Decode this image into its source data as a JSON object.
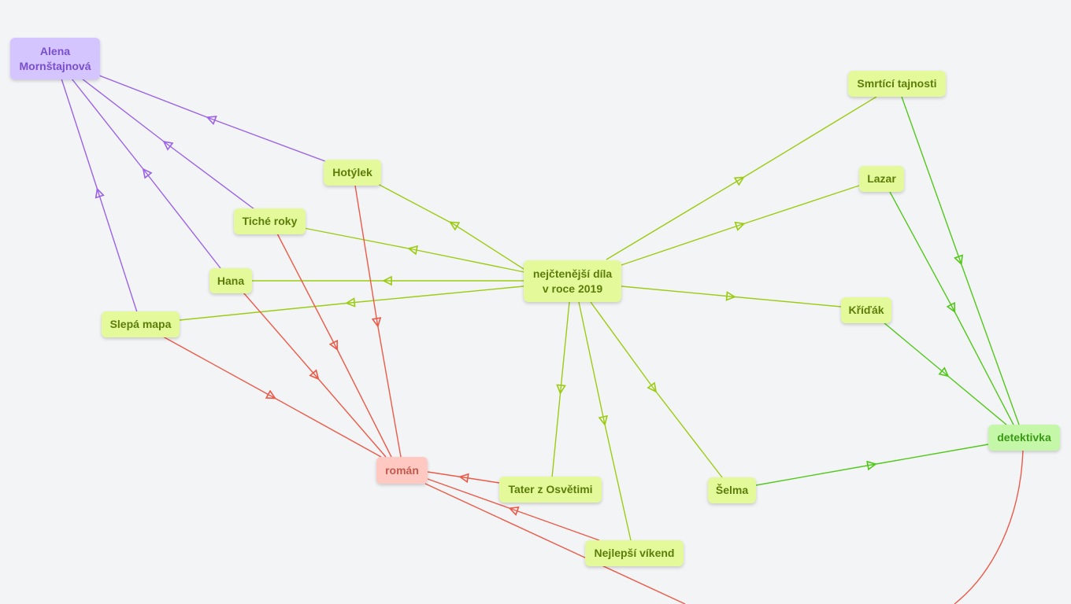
{
  "colors": {
    "book_edge": "#9ccc12",
    "author_edge": "#9b63e6",
    "roman_edge": "#ec5a48",
    "detektivka_edge": "#52c81a"
  },
  "nodes": {
    "center": {
      "line1": "nejčtenější díla",
      "line2": "v roce 2019"
    },
    "author": {
      "line1": "Alena",
      "line2": "Mornštajnová"
    },
    "hotylek": "Hotýlek",
    "tiche_roky": "Tiché roky",
    "hana": "Hana",
    "slepa_mapa": "Slepá mapa",
    "roman": "román",
    "tater": "Tater z Osvětimi",
    "nejlepsi_vikend": "Nejlepší víkend",
    "selma": "Šelma",
    "kridak": "Kříďák",
    "lazar": "Lazar",
    "smrtici_tajnosti": "Smrtící tajnosti",
    "detektivka": "detektivka"
  }
}
